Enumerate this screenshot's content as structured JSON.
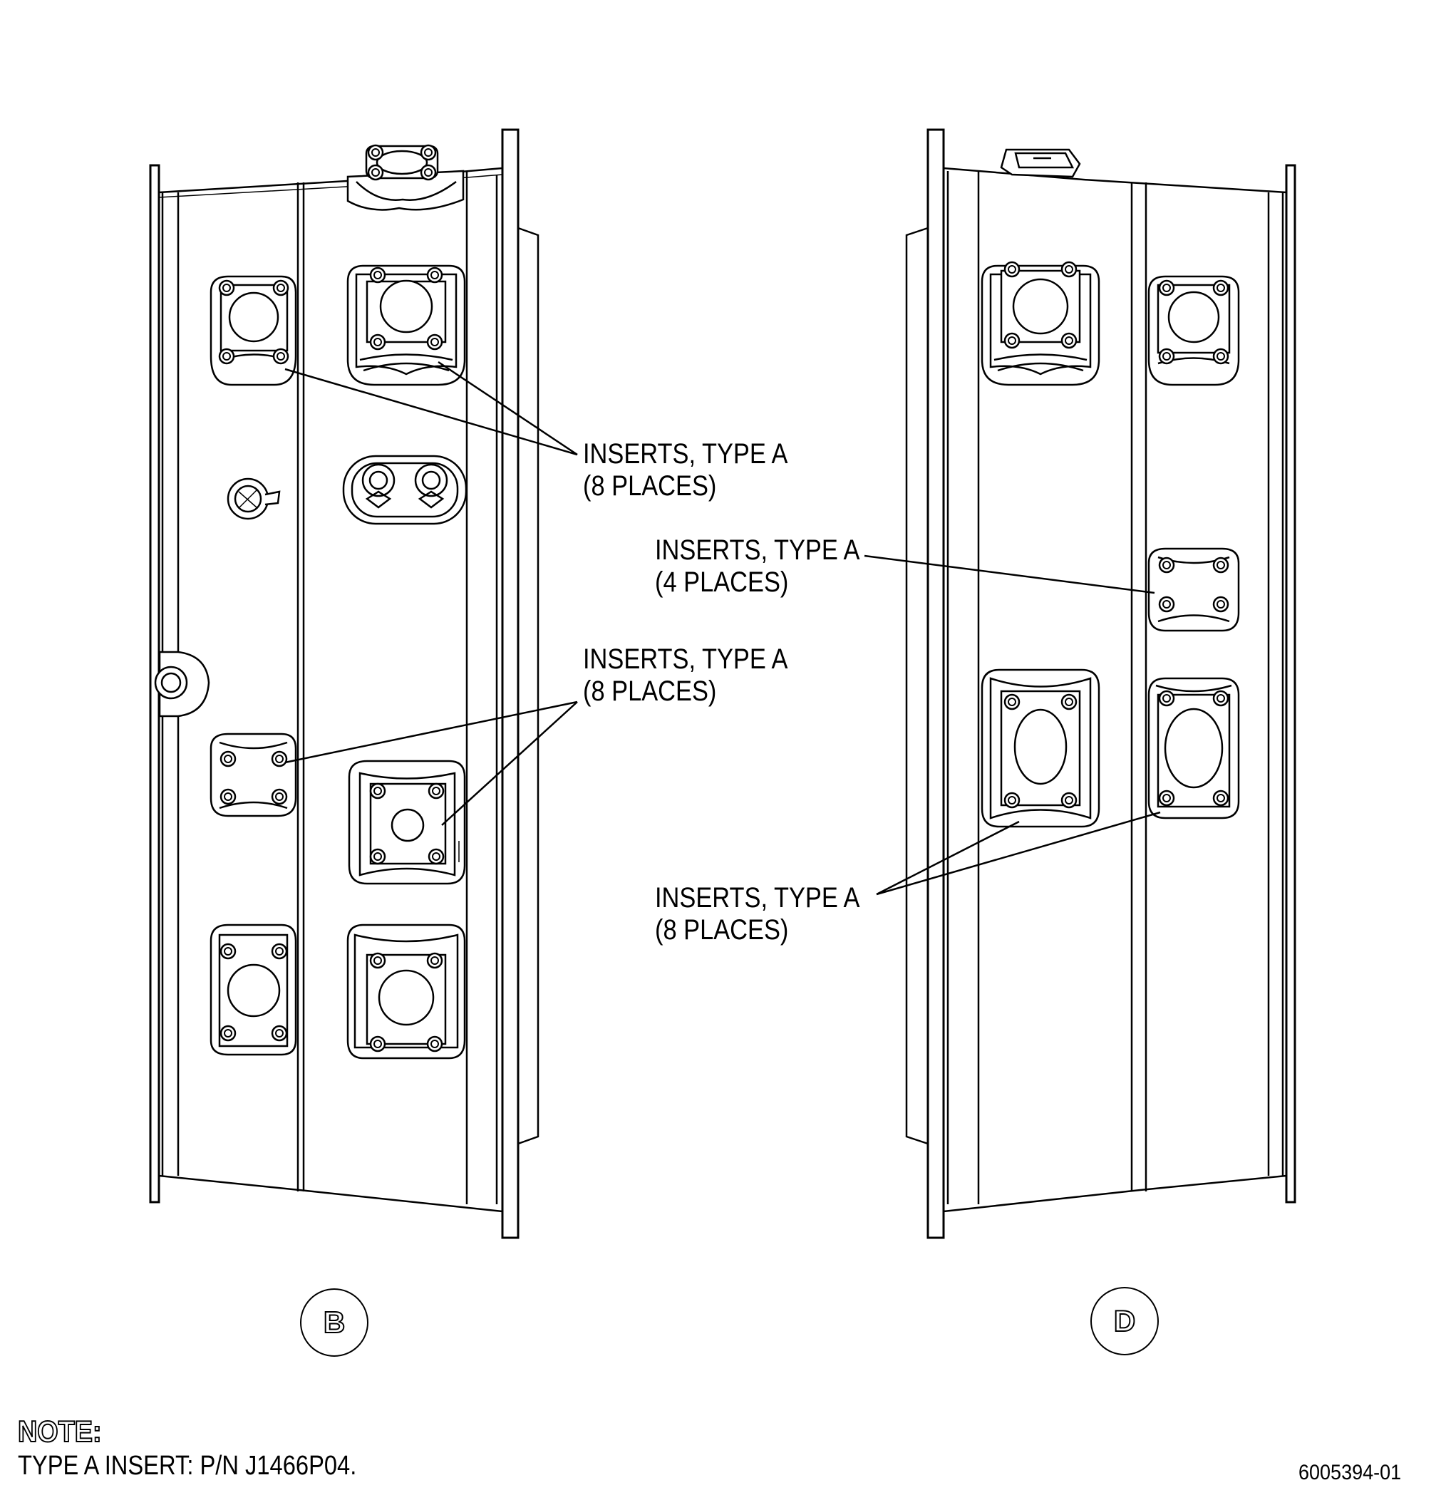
{
  "callouts": {
    "b_upper": {
      "line1": "INSERTS, TYPE A",
      "line2": "(8 PLACES)"
    },
    "d_middle": {
      "line1": "INSERTS, TYPE A",
      "line2": "(4 PLACES)"
    },
    "b_lower": {
      "line1": "INSERTS, TYPE A",
      "line2": "(8 PLACES)"
    },
    "d_lower": {
      "line1": "INSERTS, TYPE A",
      "line2": "(8 PLACES)"
    }
  },
  "views": {
    "left_id": "B",
    "right_id": "D"
  },
  "note": {
    "heading": "NOTE:",
    "text": "TYPE A INSERT: P/N J1466P04."
  },
  "document_number": "6005394-01",
  "colors": {
    "line": "#000000",
    "background": "#ffffff"
  }
}
